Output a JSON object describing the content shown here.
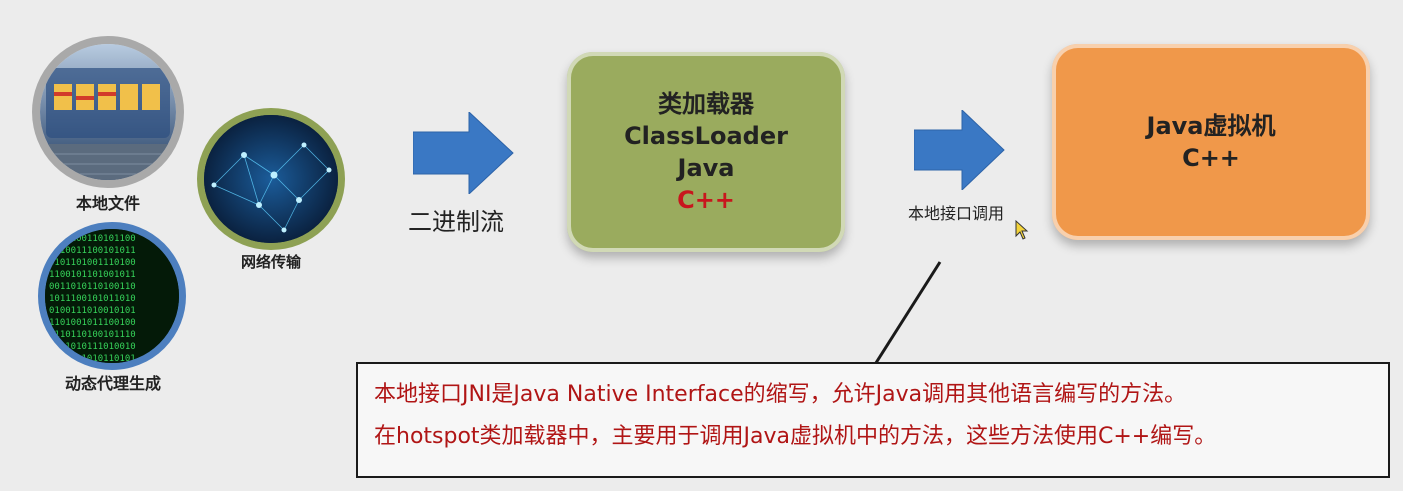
{
  "sources": {
    "local_file": "本地文件",
    "network": "网络传输",
    "dynamic_proxy": "动态代理生成"
  },
  "arrow1_label": "二进制流",
  "classloader_box": {
    "line1": "类加载器",
    "line2": "ClassLoader",
    "line3": "Java",
    "line4": "C++",
    "color": "#9aab5e",
    "accent": "#c8161d"
  },
  "arrow2_label": "本地接口调用",
  "jvm_box": {
    "line1": "Java虚拟机",
    "line2": "C++",
    "color": "#f0984a"
  },
  "note": {
    "line1": "本地接口JNI是Java Native Interface的缩写，允许Java调用其他语言编写的方法。",
    "line2": "在hotspot类加载器中，主要用于调用Java虚拟机中的方法，这些方法使用C++编写。"
  },
  "colors": {
    "arrow": "#3a78c4",
    "ring_grey": "#a9a9a9",
    "ring_green": "#8ea154",
    "ring_blue": "#4d7fbf"
  }
}
